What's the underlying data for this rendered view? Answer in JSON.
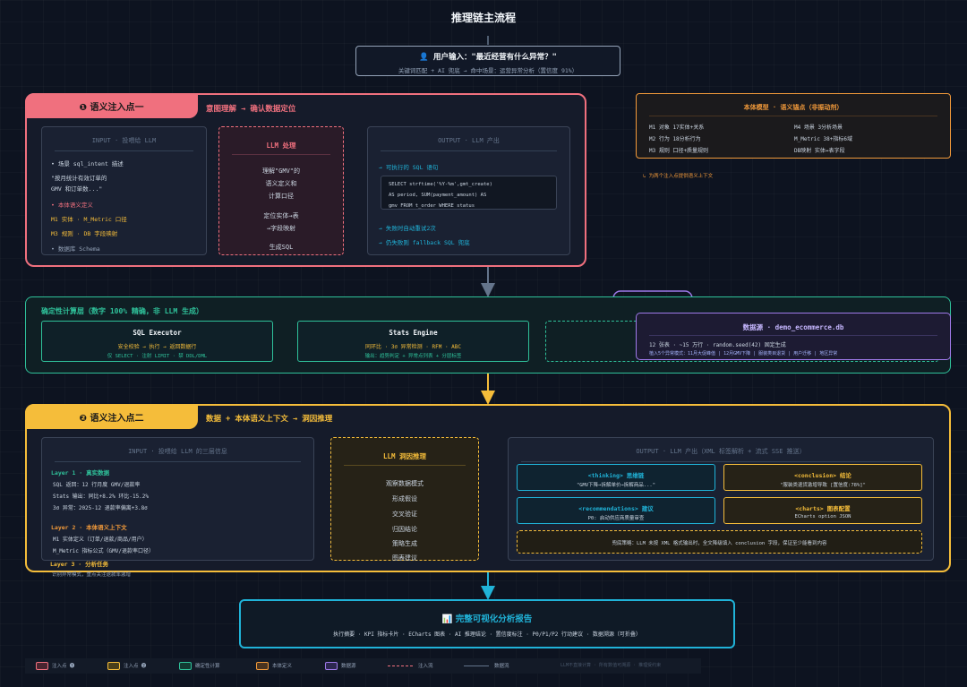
{
  "title": "推理链主流程",
  "user_input": {
    "main": "👤 用户输入：\"最近经营有什么异常？\"",
    "sub": "关键词匹配 + AI 兜底 → 命中场景：运营异常分析（置信度 91%）"
  },
  "zone1": {
    "tab": "❶ 语义注入点一",
    "heading": "意图理解 → 确认数据定位",
    "input_card": {
      "title": "INPUT · 投喂给 LLM",
      "lines": [
        "• 场景 sql_intent 描述",
        "\"按月统计有效订单的",
        "GMV 和订单数...\"",
        "• 本体语义定义",
        "M1 实体 · M_Metric 口径",
        "M3 规则 · DB 字段映射",
        "• 数据库 Schema"
      ]
    },
    "llm_card": {
      "title": "LLM 处理",
      "lines": [
        "理解\"GMV\"的",
        "语义定义和",
        "计算口径",
        "定位实体→表",
        "→字段映射",
        "生成SQL"
      ]
    },
    "output_card": {
      "title": "OUTPUT · LLM 产出",
      "lines": [
        "→ 可执行的 SQL 语句",
        "→ 失败时自动重试2次",
        "→ 仍失败则 fallback SQL 兜底"
      ],
      "code": [
        "SELECT strftime('%Y-%m',gmt_create)",
        "AS period, SUM(payment_amount) AS",
        "gmv FROM t_order WHERE status"
      ]
    }
  },
  "ontology": {
    "title": "本体模型 · 语义锚点（非振动剂）",
    "items": [
      "M1 对象 17实体+关系",
      "M4 场景 3分析场景",
      "M2 行为 18分析行为",
      "M_Metric 38+指标6域",
      "M3 规则 口径+质量规则",
      "DB映射 实体↔表字段"
    ],
    "note": "↳ 为两个注入点提供语义上下文"
  },
  "zone2": {
    "heading": "确定性计算层（数字 100% 精确，非 LLM 生成）",
    "sql_exec": {
      "title": "SQL Executor",
      "line1": "安全校验 → 执行 → 返回数据行",
      "line2": "仅 SELECT · 注射 LIMIT · 禁 DDL/DML"
    },
    "stats": {
      "title": "Stats Engine",
      "line1": "同环比 · 3σ 异常检测 · RFM · ABC",
      "line2": "输出：趋势判定 + 异常点列表 + 分层标签"
    },
    "db": {
      "title": "数据源 · demo_ecommerce.db",
      "line1": "12 张表 · ~15 万行 · random.seed(42) 固定生成",
      "line2": "植入5个异常模式：11月大促峰值 | 12月GMV下降 | 服装类目退货 | 用户迁移 | 地区异常"
    }
  },
  "zone3": {
    "tab": "❷ 语义注入点二",
    "heading": "数据 + 本体语义上下文 → 洞因推理",
    "input_card": {
      "title": "INPUT · 投喂给 LLM 的三层信息",
      "layer1": "Layer 1 · 真实数据",
      "layer1_lines": [
        "SQL 返回：12 行月度 GMV/退款率",
        "Stats 输出：同比+8.2% 环比-15.2%",
        "3σ 异常：2025-12 退款率偏离+3.8σ"
      ],
      "layer2": "Layer 2 · 本体语义上下文",
      "layer2_lines": [
        "M1 实体定义（订单/退款/商品/用户）",
        "M_Metric 指标公式（GMV/退款率口径）"
      ],
      "layer3": "Layer 3 · 分析任务",
      "layer3_lines": [
        "识别异常模式，重点关注退款率激增"
      ]
    },
    "llm_card": {
      "title": "LLM 洞因推理",
      "lines": [
        "观察数据模式",
        "形成假设",
        "交叉验证",
        "归因结论",
        "策略生成",
        "图表建议"
      ]
    },
    "output_card": {
      "title": "OUTPUT · LLM 产出（XML 标签解析 + 流式 SSE 推送）",
      "thinking": {
        "title": "<thinking> 思维链",
        "sub": "\"GMV下降→拆解单价→拆解商品...\""
      },
      "conclusion": {
        "title": "<conclusion> 结论",
        "sub": "\"服装类退货激增导致 [置信度:78%]\""
      },
      "recommendations": {
        "title": "<recommendations> 建议",
        "sub": "P0: 启动供应商质量审查"
      },
      "charts": {
        "title": "<charts> 图表配置",
        "sub": "ECharts option JSON"
      },
      "fallback": "兜底策略：LLM 未按 XML 格式输出时，全文降级填入 conclusion 字段，保证至少能看到内容"
    }
  },
  "report": {
    "title": "📊 完整可视化分析报告",
    "sub": "执行摘要 · KPI 指标卡片 · ECharts 图表 · AI 推理结论 · 置信度标注 · P0/P1/P2 行动建议 · 数据溯源（可折叠）"
  },
  "legend": [
    "注入点 ❶",
    "注入点 ❷",
    "确定性计算",
    "本体定义",
    "数据源",
    "注入流",
    "数据流",
    "LLM不直接计算 · 所有数值可溯源 · 推理受约束"
  ],
  "colors": {
    "red": "#f0707e",
    "yellow": "#f5bd3a",
    "green": "#2fc19a",
    "orange": "#f29a3a",
    "purple": "#9f7aea",
    "cyan": "#20b3d8"
  }
}
